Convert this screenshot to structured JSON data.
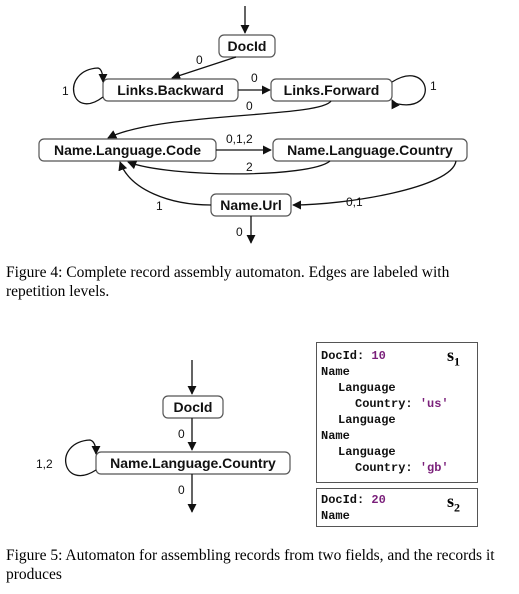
{
  "figure4": {
    "nodes": {
      "docid": "DocId",
      "links_backward": "Links.Backward",
      "links_forward": "Links.Forward",
      "name_language_code": "Name.Language.Code",
      "name_language_country": "Name.Language.Country",
      "name_url": "Name.Url"
    },
    "edge_labels": {
      "docid_to_backward": "0",
      "backward_self": "1",
      "backward_to_forward": "0",
      "forward_to_code": "0",
      "forward_self": "1",
      "code_to_country": "0,1,2",
      "country_to_code": "2",
      "country_to_url": "0,1",
      "url_to_code": "1",
      "url_out": "0"
    },
    "caption": "Figure 4: Complete record assembly automaton. Edges are labeled with repetition levels."
  },
  "figure5": {
    "nodes": {
      "docid": "DocId",
      "name_language_country": "Name.Language.Country"
    },
    "edge_labels": {
      "docid_to_country": "0",
      "country_self": "1,2",
      "country_out": "0"
    },
    "caption": "Figure 5: Automaton for assembling records from two fields, and the records it produces"
  },
  "records": [
    {
      "label": "s",
      "subscript": "1",
      "docid_key": "DocId:",
      "docid_value": "10",
      "name1": "Name",
      "language1": "Language",
      "country1_key": "Country:",
      "country1_value": "'us'",
      "language2": "Language",
      "name2": "Name",
      "language3": "Language",
      "country2_key": "Country:",
      "country2_value": "'gb'"
    },
    {
      "label": "s",
      "subscript": "2",
      "docid_key": "DocId:",
      "docid_value": "20",
      "name1": "Name"
    }
  ]
}
